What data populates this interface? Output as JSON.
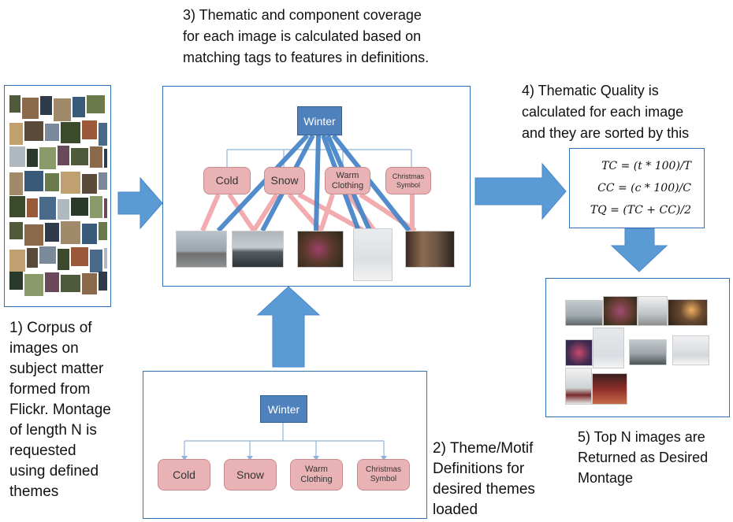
{
  "step1": {
    "lines": [
      "1) Corpus of",
      "images on",
      "subject matter",
      "formed from",
      "Flickr. Montage",
      "of length N is",
      "requested",
      "using defined",
      "themes"
    ]
  },
  "step2": {
    "lines": [
      "2) Theme/Motif",
      "Definitions for",
      "desired themes",
      "loaded"
    ]
  },
  "step3": {
    "lines": [
      "3) Thematic and component coverage",
      "for each image is calculated based on",
      "matching tags to features in definitions."
    ]
  },
  "step4": {
    "lines": [
      "4) Thematic Quality is",
      "calculated for each image",
      "and they are sorted by this"
    ]
  },
  "step5": {
    "lines": [
      "5) Top N images are",
      "Returned as Desired",
      "Montage"
    ]
  },
  "tree": {
    "root": "Winter",
    "children": [
      "Cold",
      "Snow",
      "Warm Clothing",
      "Christmas Symbol"
    ]
  },
  "formulas": [
    "TC = (t * 100)/T",
    "CC = (c * 100)/C",
    "TQ = (TC + CC)/2"
  ],
  "colors": {
    "panel_border": "#2f6fb3",
    "arrow": "#5b9bd5",
    "root_fill": "#4f81bd",
    "theme_fill": "#e9b3b6",
    "blue_link": "#4a86c8",
    "pink_link": "#f2a7aa"
  }
}
